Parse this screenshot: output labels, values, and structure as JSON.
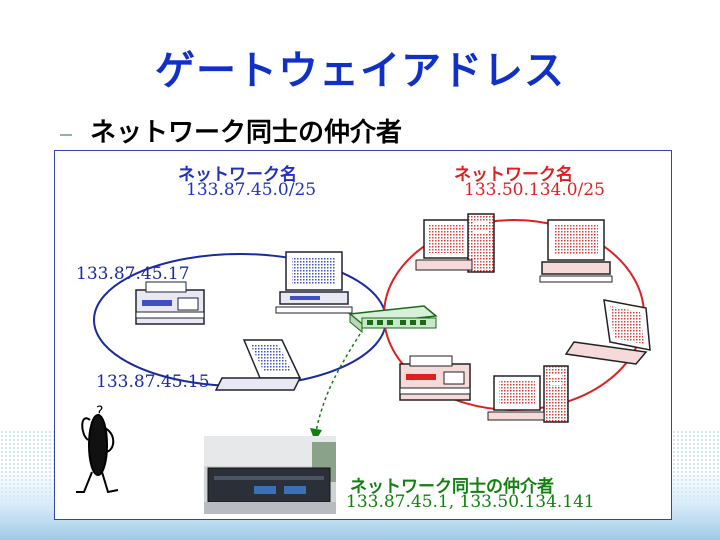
{
  "title": "ゲートウェイアドレス",
  "subtitle": "ネットワーク同士の仲介者",
  "left_network": {
    "name_label": "ネットワーク名",
    "address": "133.87.45.0/25",
    "hosts": [
      "133.87.45.17",
      "133.87.45.15"
    ],
    "color": "#2030c0"
  },
  "right_network": {
    "name_label": "ネットワーク名",
    "address": "133.50.134.0/25",
    "color": "#e02020"
  },
  "gateway": {
    "label": "ネットワーク同士の仲介者",
    "addresses": "133.87.45.1, 133.50.134.141",
    "color": "#108010"
  }
}
